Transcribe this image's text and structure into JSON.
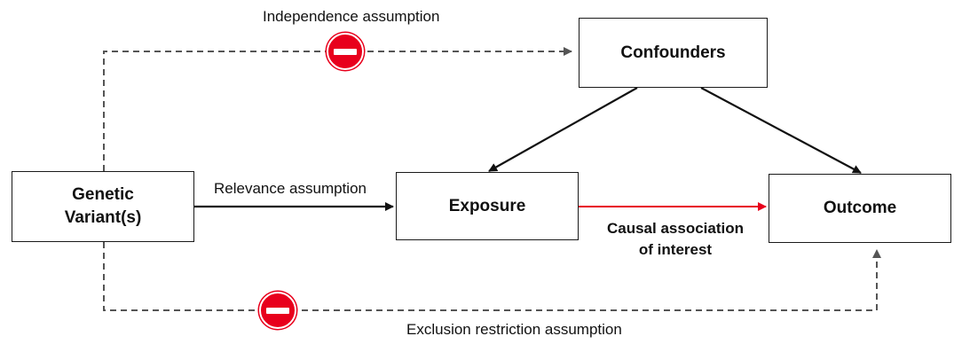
{
  "nodes": {
    "genetic": {
      "line1": "Genetic",
      "line2": "Variant(s)"
    },
    "confounders": "Confounders",
    "exposure": "Exposure",
    "outcome": "Outcome"
  },
  "labels": {
    "independence": "Independence assumption",
    "relevance": "Relevance assumption",
    "causal_line1": "Causal association",
    "causal_line2": "of interest",
    "exclusion": "Exclusion restriction assumption"
  },
  "icons": {
    "blocker": "no-entry-icon"
  },
  "colors": {
    "causal_arrow": "#e8001c",
    "dashed_arrow": "#555555",
    "solid_arrow": "#111111",
    "blocker": "#e8001c"
  }
}
